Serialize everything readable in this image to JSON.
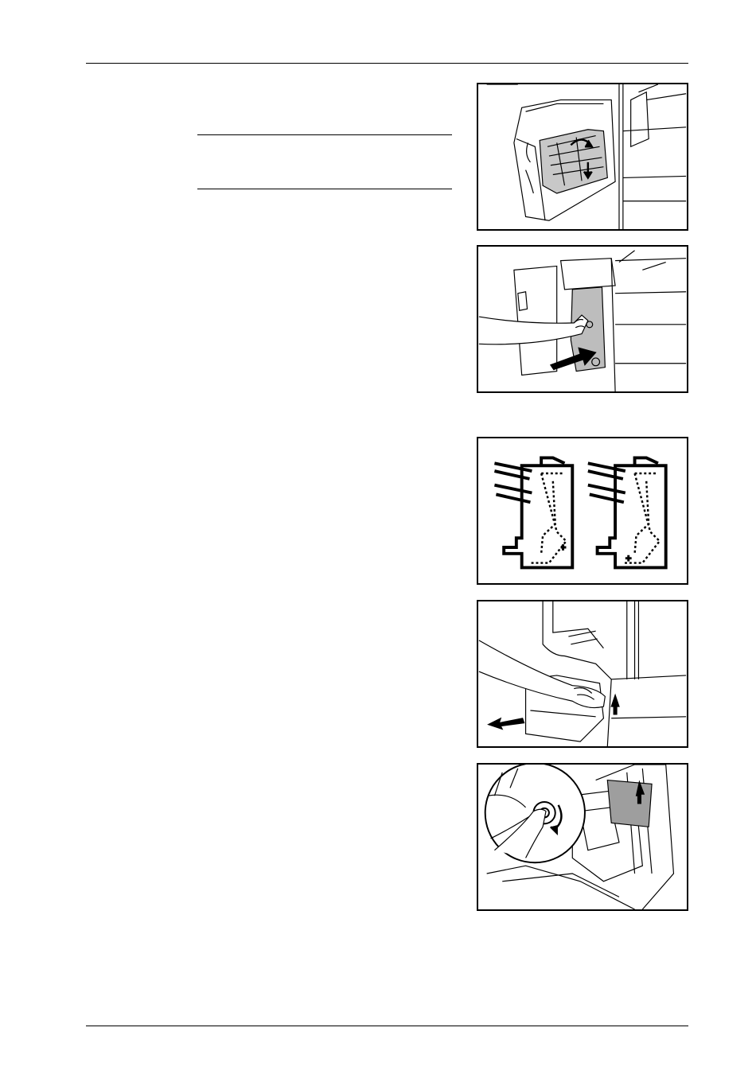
{
  "page": {
    "header_text": "",
    "footer_text": ""
  },
  "note_box": {
    "text": ""
  },
  "figures": [
    {
      "name": "figure-1",
      "depicts": "finisher-transport-unit-open"
    },
    {
      "name": "figure-2",
      "depicts": "hand-pushing-unit-back"
    },
    {
      "name": "figure-3",
      "depicts": "stapler-cartridge-indicator-diagrams"
    },
    {
      "name": "figure-4",
      "depicts": "hand-pulling-drawer"
    },
    {
      "name": "figure-5",
      "depicts": "knob-turning-and-paper-removal"
    }
  ]
}
